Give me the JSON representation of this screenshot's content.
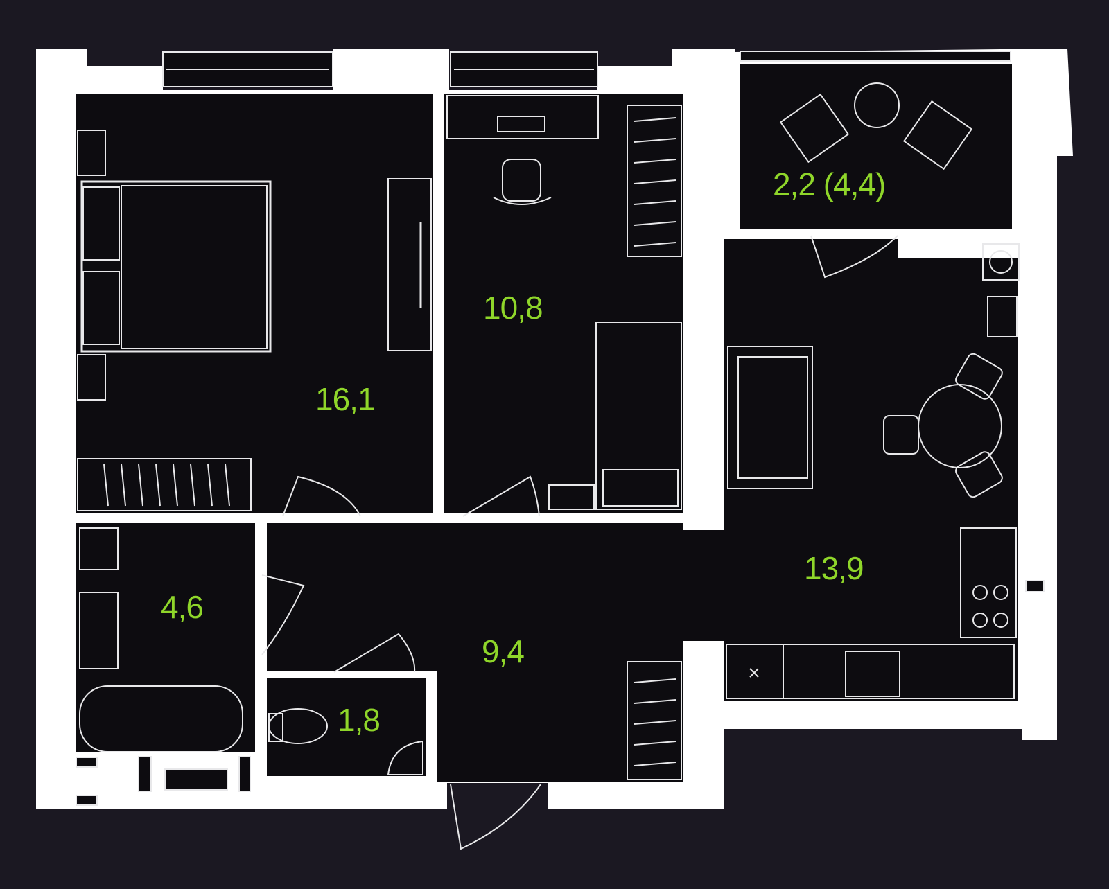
{
  "plan": {
    "colors": {
      "background": "#1b1822",
      "room": "#0d0c10",
      "wall": "#ffffff",
      "label": "#8fd62a",
      "line": "#e8e8ea"
    },
    "rooms": [
      {
        "id": "bedroom",
        "area": "16,1"
      },
      {
        "id": "study",
        "area": "10,8"
      },
      {
        "id": "balcony",
        "area": "2,2 (4,4)"
      },
      {
        "id": "kitchen-living",
        "area": "13,9"
      },
      {
        "id": "bathroom",
        "area": "4,6"
      },
      {
        "id": "hallway",
        "area": "9,4"
      },
      {
        "id": "toilet",
        "area": "1,8"
      }
    ]
  }
}
